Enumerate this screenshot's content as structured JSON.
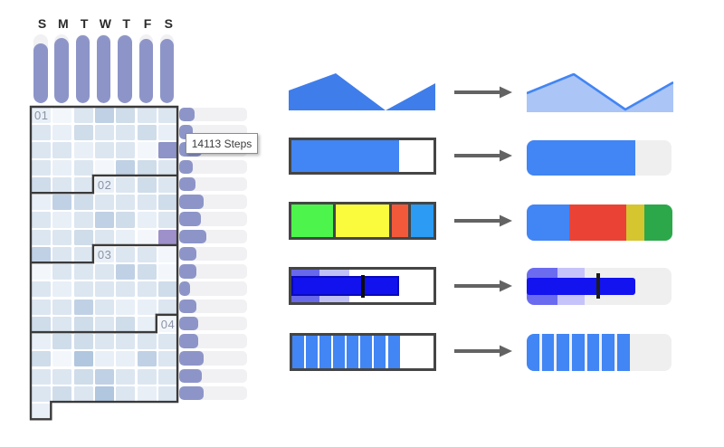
{
  "calendar": {
    "day_labels": [
      "S",
      "M",
      "T",
      "W",
      "T",
      "F",
      "S"
    ],
    "day_bar_fills": [
      0.87,
      0.95,
      0.99,
      0.99,
      0.99,
      0.93,
      0.94
    ],
    "week_bar_fills": [
      0.23,
      0.2,
      0.34,
      0.21,
      0.25,
      0.37,
      0.32,
      0.41,
      0.26,
      0.26,
      0.17,
      0.26,
      0.29,
      0.29,
      0.37,
      0.34,
      0.37
    ],
    "months": [
      {
        "label": "01",
        "row": 0,
        "col": 0
      },
      {
        "label": "02",
        "row": 4,
        "col": 3
      },
      {
        "label": "03",
        "row": 8,
        "col": 3
      },
      {
        "label": "04",
        "row": 12,
        "col": 6
      }
    ],
    "tooltip_text": "14113 Steps",
    "colors": {
      "bar_fill": "#8d95c8",
      "bar_track": "#f1f1f3",
      "grid_border": "#3a3a3a",
      "shades": [
        "#f3f7fb",
        "#e9eff7",
        "#dce6f1",
        "#cfdcea",
        "#c0d1e5",
        "#b1c6df"
      ],
      "highlight_primary": "#8e93c8",
      "highlight_secondary": "#9e90cb"
    },
    "cell_shades": [
      [
        1,
        0,
        2,
        4,
        3,
        2,
        2
      ],
      [
        2,
        1,
        3,
        2,
        2,
        3,
        1
      ],
      [
        2,
        2,
        1,
        2,
        2,
        0,
        "H1"
      ],
      [
        2,
        1,
        2,
        0,
        4,
        3,
        2
      ],
      [
        3,
        2,
        2,
        1,
        2,
        3,
        2
      ],
      [
        1,
        4,
        3,
        2,
        2,
        2,
        3
      ],
      [
        2,
        1,
        2,
        4,
        3,
        1,
        2
      ],
      [
        2,
        2,
        3,
        2,
        1,
        0,
        "H2"
      ],
      [
        4,
        2,
        2,
        1,
        2,
        2,
        0
      ],
      [
        0,
        2,
        2,
        2,
        4,
        3,
        0
      ],
      [
        2,
        1,
        2,
        2,
        2,
        2,
        3
      ],
      [
        2,
        2,
        4,
        2,
        1,
        1,
        2
      ],
      [
        3,
        2,
        3,
        2,
        3,
        1,
        0
      ],
      [
        1,
        3,
        3,
        2,
        2,
        2,
        2
      ],
      [
        3,
        0,
        5,
        1,
        1,
        4,
        2
      ],
      [
        2,
        2,
        3,
        4,
        2,
        2,
        2
      ],
      [
        2,
        3,
        2,
        5,
        2,
        1,
        2
      ],
      [
        1
      ]
    ]
  },
  "transforms": {
    "arrow_color": "#636363",
    "box_border_color": "#454545",
    "track_color": "#efefef",
    "rows": [
      {
        "type": "area",
        "before": {
          "fill": "#3f7dea",
          "points": [
            [
              0,
              20
            ],
            [
              52,
              1
            ],
            [
              107,
              42
            ],
            [
              162,
              12
            ]
          ],
          "h": 42
        },
        "after": {
          "fill": "#abc5f6",
          "stroke": "#4285f4",
          "points": [
            [
              0,
              22
            ],
            [
              52,
              1
            ],
            [
              109,
              40
            ],
            [
              162,
              10
            ]
          ],
          "h": 43
        }
      },
      {
        "type": "progress",
        "before": {
          "fill": "#4285f4",
          "value": 0.76
        },
        "after": {
          "fill": "#4285f4",
          "value": 0.75
        }
      },
      {
        "type": "segments",
        "before": {
          "segments": [
            {
              "color": "#4cf44c",
              "w": 0.29
            },
            {
              "color": "#fbfb3e",
              "w": 0.4
            },
            {
              "color": "#f2593a",
              "w": 0.13
            },
            {
              "color": "#2b9bf3",
              "w": 0.18
            }
          ]
        },
        "after": {
          "segments": [
            {
              "color": "#4285f4",
              "w": 0.29
            },
            {
              "color": "#ea4335",
              "w": 0.39
            },
            {
              "color": "#d5c52f",
              "w": 0.13
            },
            {
              "color": "#2ca84b",
              "w": 0.19
            }
          ]
        }
      },
      {
        "type": "bullet",
        "before": {
          "band1": {
            "color": "#6868ea",
            "w": 0.2
          },
          "band2": {
            "color": "#c0c0f6",
            "w": 0.21
          },
          "bar": {
            "color": "#1212ee",
            "w": 0.76,
            "border": "#0909bc"
          },
          "tick": {
            "color": "#0d0d0d",
            "pos": 0.49
          }
        },
        "after": {
          "band1": {
            "color": "#6b6bf0",
            "w": 0.21
          },
          "band2": {
            "color": "#c6c3fa",
            "w": 0.19
          },
          "bar": {
            "color": "#1313f0",
            "w": 0.75
          },
          "tick": {
            "color": "#1c1c1c",
            "pos": 0.48
          }
        }
      },
      {
        "type": "stripes",
        "before": {
          "color": "#4285f4",
          "count": 8,
          "extent": 0.76
        },
        "after": {
          "color": "#4285f4",
          "count": 7,
          "extent": 0.71
        }
      }
    ]
  }
}
